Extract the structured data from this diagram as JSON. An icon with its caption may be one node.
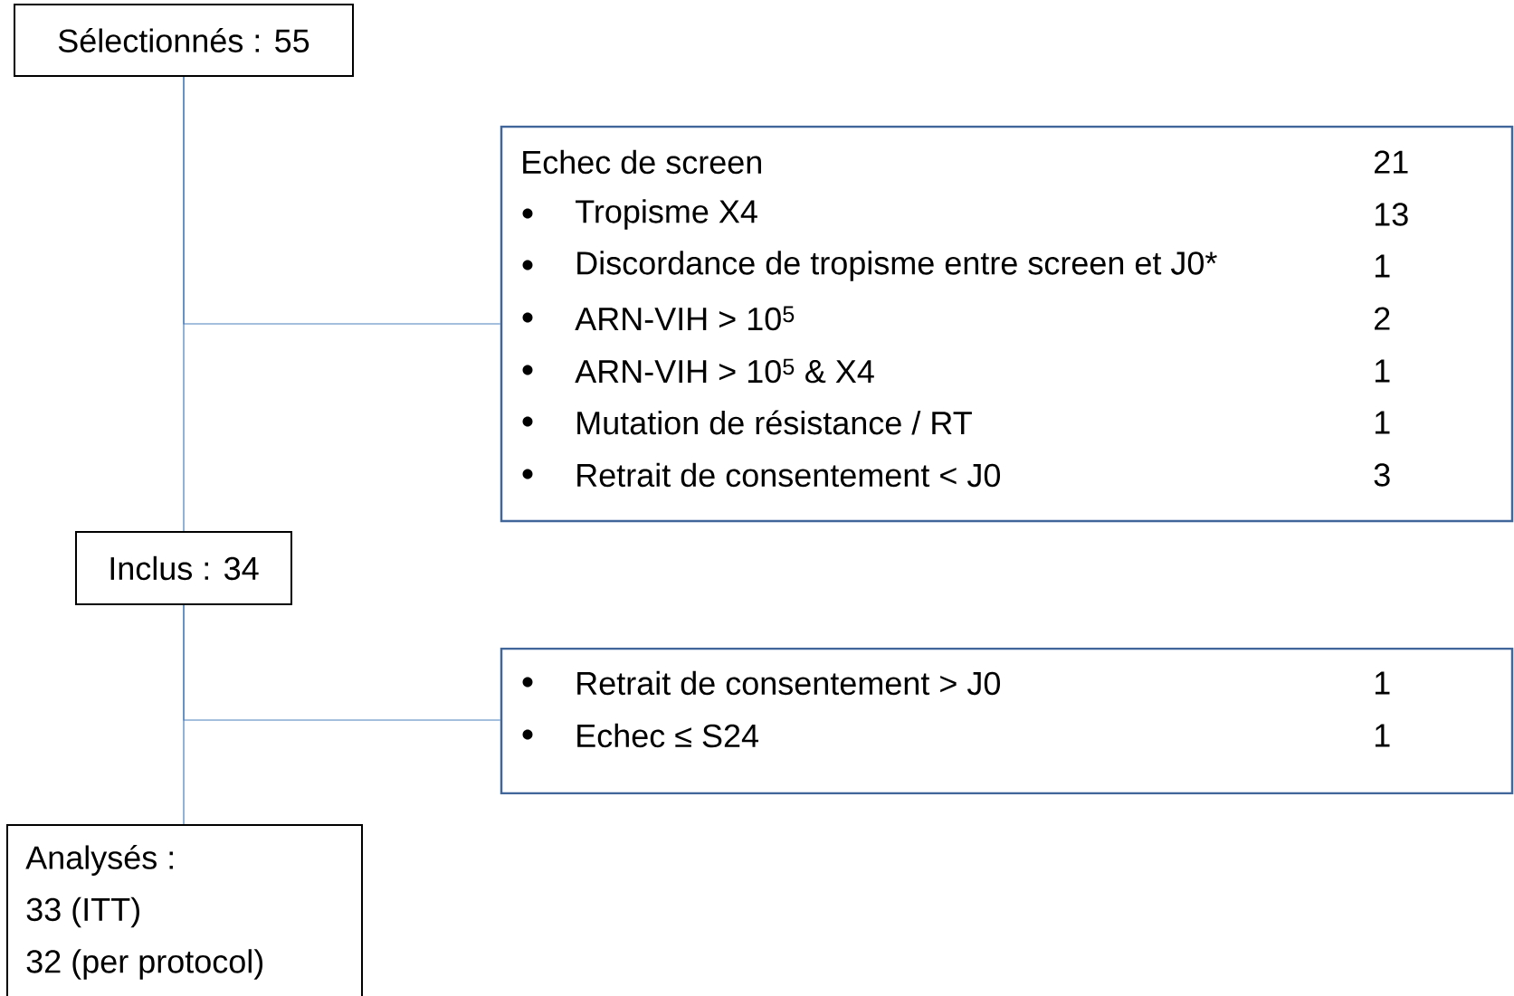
{
  "diagram": {
    "nodes": [
      {
        "text": [
          "Sélectionnés : 55"
        ]
      },
      {
        "text": [
          "Echec de screen",
          "21",
          "Tropisme X4",
          "13",
          "Discordance de tropisme entre screen et J0*",
          "1",
          "ARN-VIH > 10$^{5}$",
          "2",
          "ARN-VIH > 10$^{5}$ & X4",
          "1",
          "Mutation de résistance / RT",
          "1",
          "Retrait de consentement < J0",
          "3"
        ]
      },
      {
        "text": [
          "Inclus : 34"
        ]
      },
      {
        "text": [
          "Retrait de consentement > J0",
          "1",
          "Echec ≤ S24",
          "1"
        ]
      },
      {
        "text": [
          "Analysés :",
          "33 (ITT)",
          "32 (per protocol)"
        ]
      }
    ],
    "edges": [
      {
        "from": 0,
        "to": 2,
        "arrow": "none"
      },
      {
        "from": 0,
        "to": 1,
        "arrow": "none"
      },
      {
        "from": 2,
        "to": 4,
        "arrow": "none"
      },
      {
        "from": 2,
        "to": 3,
        "arrow": "none"
      }
    ]
  }
}
